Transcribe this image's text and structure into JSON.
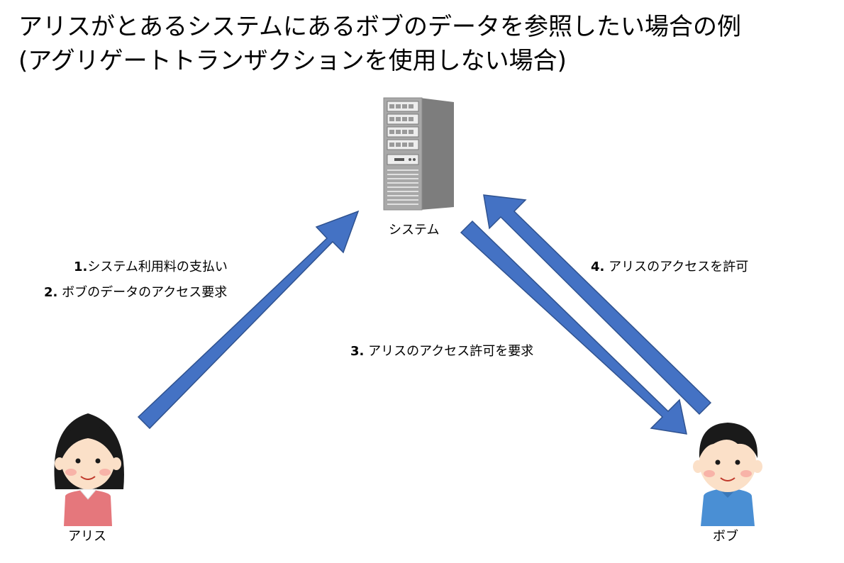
{
  "title": {
    "line1": "アリスがとあるシステムにあるボブのデータを参照したい場合の例",
    "line2": "(アグリゲートトランザクションを使用しない場合)"
  },
  "nodes": {
    "system": "システム",
    "alice": "アリス",
    "bob": "ボブ"
  },
  "steps": [
    {
      "num": "1.",
      "text": "システム利用料の支払い"
    },
    {
      "num": "2.",
      "text": " ボブのデータのアクセス要求"
    },
    {
      "num": "3.",
      "text": " アリスのアクセス許可を要求"
    },
    {
      "num": "4.",
      "text": " アリスのアクセスを許可"
    }
  ],
  "colors": {
    "arrow": "#4472c4",
    "arrow_stroke": "#2f528f",
    "alice_shirt": "#e5777c",
    "bob_shirt": "#4a8fd4",
    "hair": "#1a1a1a",
    "skin": "#fbe0c8",
    "server": "#9a9a9a"
  }
}
